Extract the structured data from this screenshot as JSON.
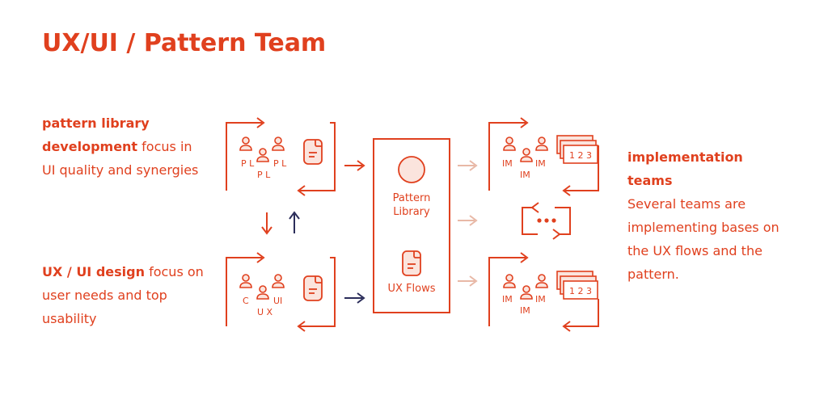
{
  "title": "UX/UI / Pattern Team",
  "left_top": {
    "bold": "pattern library development",
    "rest": "focus in UI quality and synergies"
  },
  "left_bottom": {
    "bold": "UX / UI design",
    "rest": "focus on user needs and top usability"
  },
  "right": {
    "bold": "implementation teams",
    "rest": "Several teams are implementing bases on the UX flows and the pattern."
  },
  "team_pl": {
    "label_left": "P L",
    "label_center": "P L",
    "label_right": "P L"
  },
  "team_ux": {
    "label_left": "C",
    "label_center": "U X",
    "label_right": "UI"
  },
  "library": {
    "pattern_label_1": "Pattern",
    "pattern_label_2": "Library",
    "flows_label": "UX Flows"
  },
  "impl_top": {
    "label_left": "IM",
    "label_center": "IM",
    "label_right": "IM",
    "card_label": "1 2 3"
  },
  "impl_bottom": {
    "label_left": "IM",
    "label_center": "IM",
    "label_right": "IM",
    "card_label": "1 2 3"
  },
  "colors": {
    "accent": "#e0401e",
    "fill_light": "#fbe4dd",
    "arrow_muted": "#e8b8a6",
    "arrow_dark": "#2b2d5a"
  }
}
